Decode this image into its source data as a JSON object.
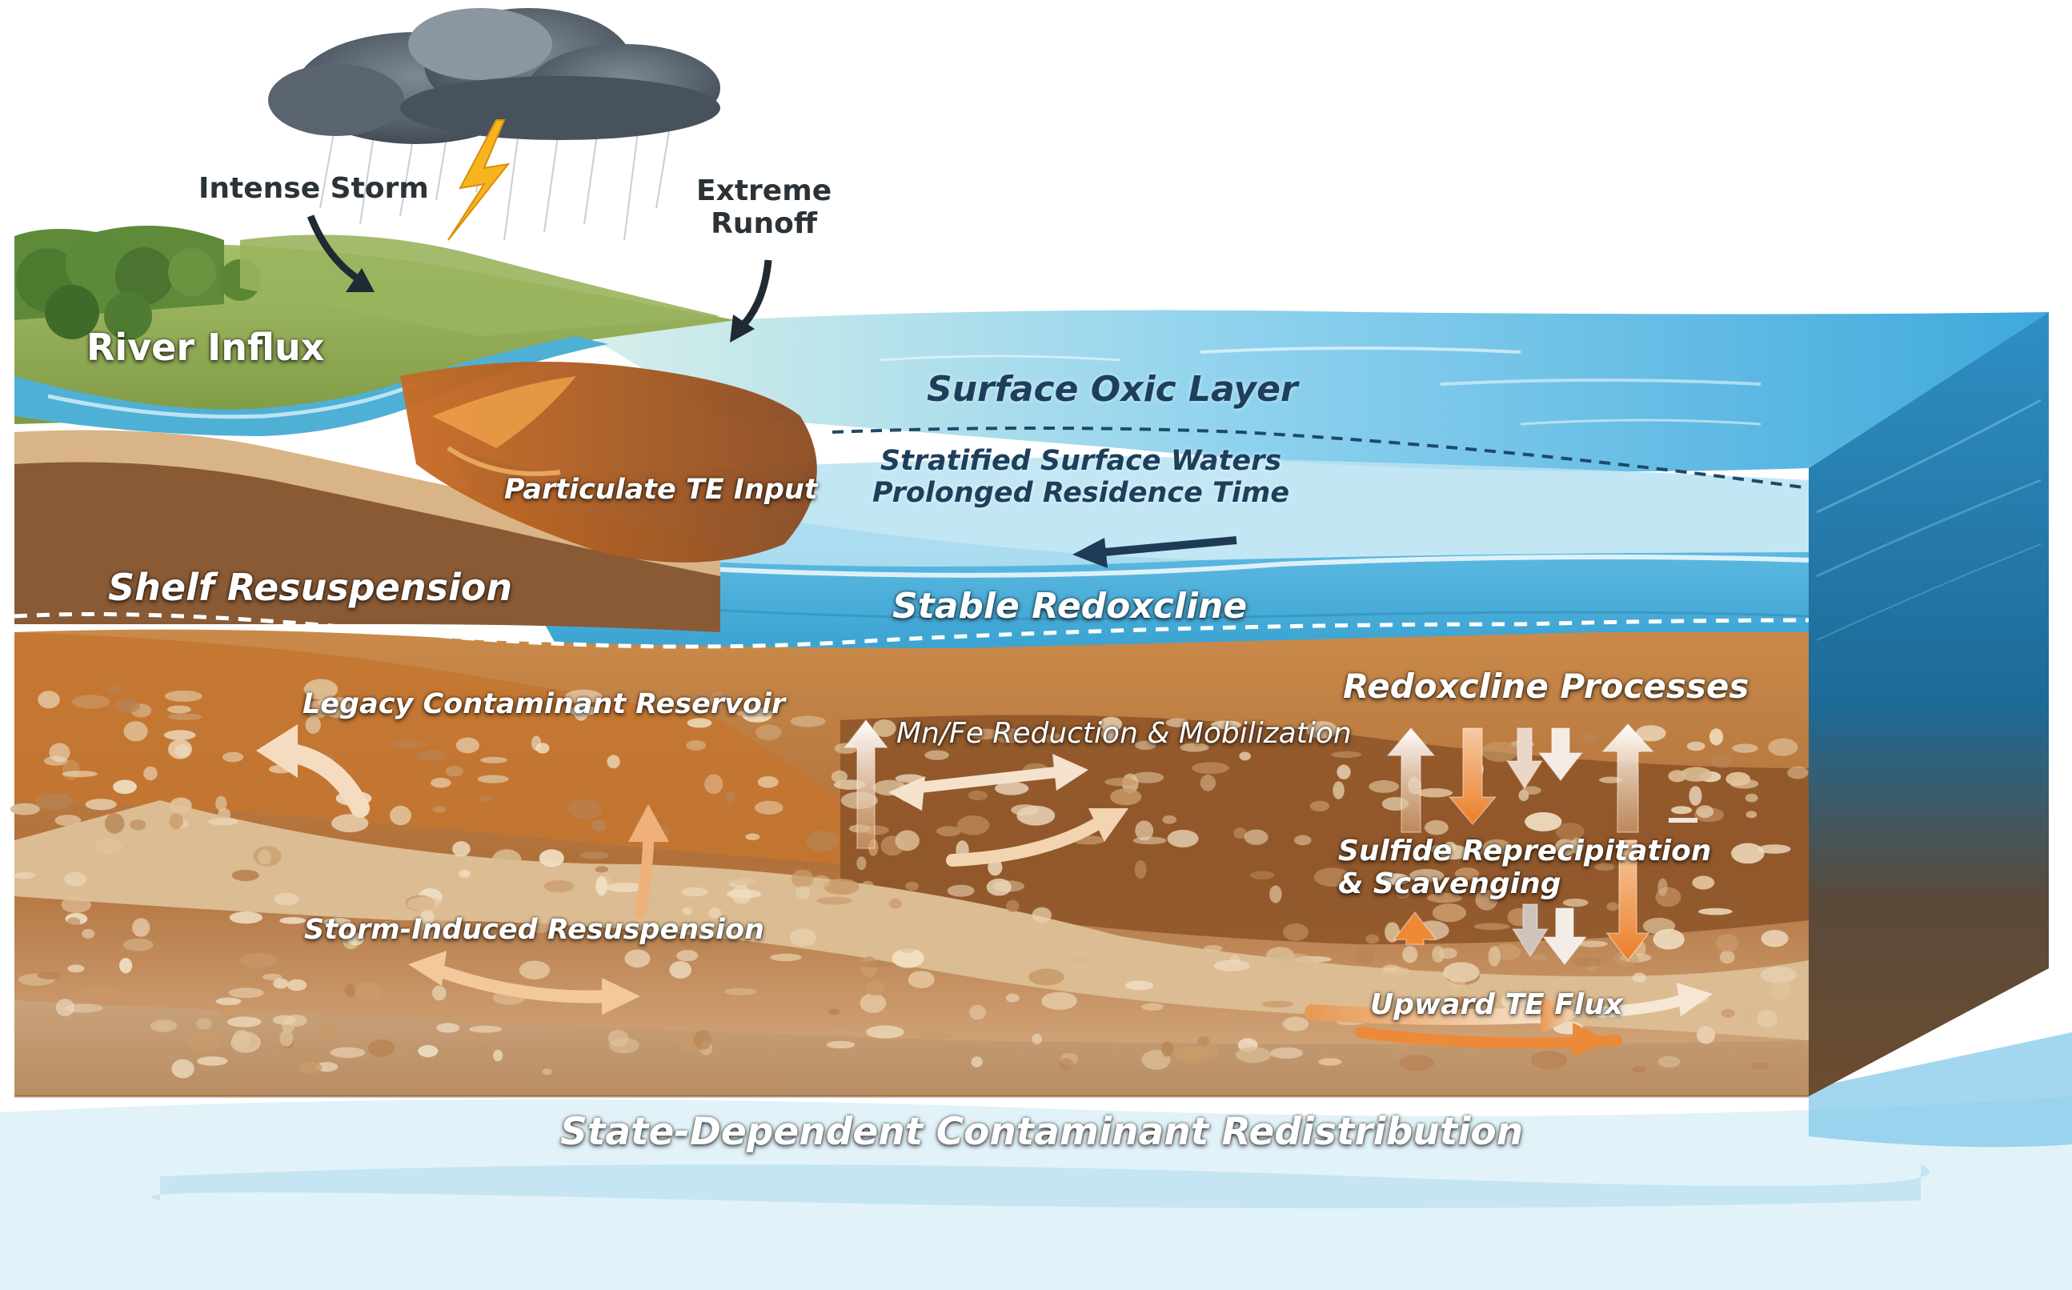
{
  "labels": {
    "intense_storm": "Intense Storm",
    "extreme_runoff_1": "Extreme",
    "extreme_runoff_2": "Runoff",
    "river_influx": "River Influx",
    "surface_oxic_layer": "Surface Oxic Layer",
    "stratified_1": "Stratified Surface Waters",
    "stratified_2": "Prolonged Residence Time",
    "particulate_te_input": "Particulate TE Input",
    "shelf_resuspension": "Shelf Resuspension",
    "stable_redoxcline": "Stable Redoxcline",
    "legacy_reservoir": "Legacy Contaminant Reservoir",
    "mn_fe_reduction": "Mn/Fe Reduction & Mobilization",
    "redoxcline_processes": "Redoxcline Processes",
    "sulfide_1": "Sulfide Reprecipitation",
    "sulfide_2": "& Scavenging",
    "storm_resuspension": "Storm-Induced Resuspension",
    "upward_te_flux": "Upward TE Flux",
    "state_dependent": "State-Dependent Contaminant Redistribution"
  },
  "colors": {
    "sky": "#ffffff",
    "water_surface": "#5cc0e6",
    "water_deep": "#1b6f9e",
    "sediment_light": "#d9b084",
    "sediment_rust": "#c86a22",
    "sediment_dark": "#6b3f1c",
    "land_green": "#8fae4e",
    "arrow_light": "#f3dcc0",
    "arrow_orange": "#ef8a34",
    "label_dark": "#2b3338",
    "label_navy": "#1d3f5c"
  }
}
